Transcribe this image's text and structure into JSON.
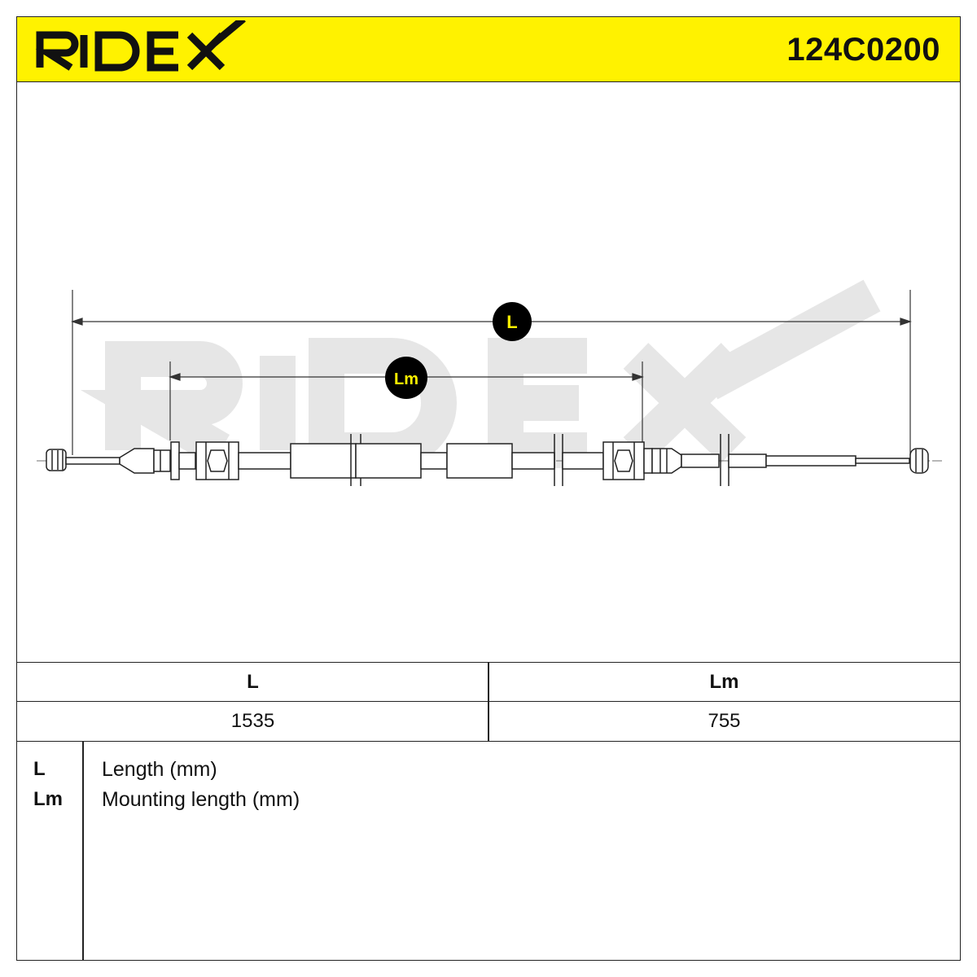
{
  "header": {
    "brand": "RIDEX",
    "part_number": "124C0200"
  },
  "watermark": {
    "text": "RIDEX"
  },
  "drawing": {
    "labels": {
      "L": "L",
      "Lm": "Lm"
    },
    "accent_color": "#fff200",
    "badge_color": "#000000"
  },
  "dimension_table": {
    "headers": [
      "L",
      "Lm"
    ],
    "values": [
      "1535",
      "755"
    ]
  },
  "legend": {
    "items": [
      {
        "symbol": "L",
        "description": "Length (mm)"
      },
      {
        "symbol": "Lm",
        "description": "Mounting length (mm)"
      }
    ]
  },
  "icons": [
    "ridex-logo-icon",
    "cable-drawing-icon",
    "dimension-badge-icon"
  ]
}
